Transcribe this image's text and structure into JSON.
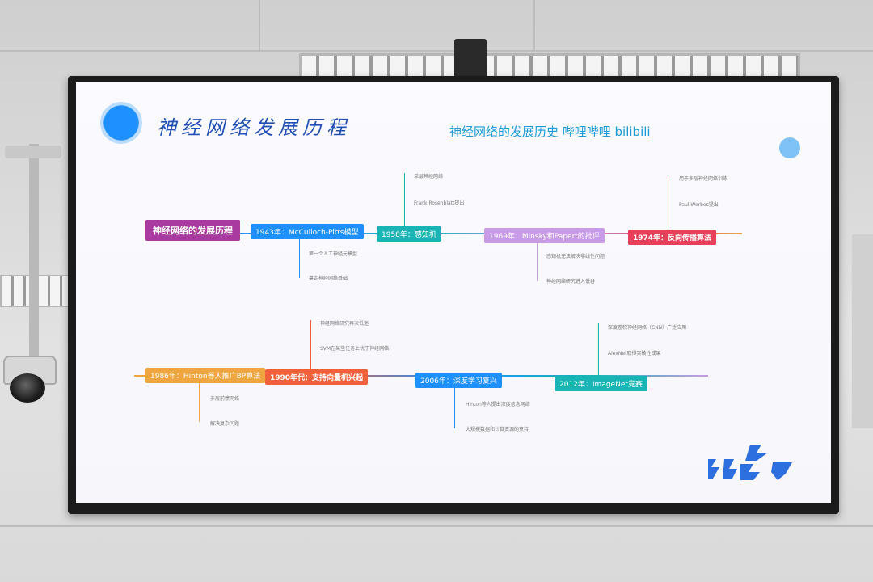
{
  "slide": {
    "title": "神经网络发展历程",
    "link_text": "神经网络的发展历史 哔哩哔哩 bilibili",
    "root_label": "神经网络的发展历程"
  },
  "timeline_top": [
    {
      "label": "1943年：McCulloch-Pitts模型",
      "color": "#1e90ff",
      "notes": [
        "第一个人工神经元模型",
        "奠定神经网络基础"
      ]
    },
    {
      "label": "1958年：感知机",
      "color": "#19b5b5",
      "notes": [
        "单层神经网络",
        "Frank Rosenblatt提出"
      ]
    },
    {
      "label": "1969年：Minsky和Papert的批评",
      "color": "#c89be8",
      "notes": [
        "感知机无法解决非线性问题",
        "神经网络研究进入低谷"
      ]
    },
    {
      "label": "1974年：反向传播算法",
      "color": "#e8405a",
      "notes": [
        "用于多层神经网络训练",
        "Paul Werbos提出"
      ]
    }
  ],
  "timeline_bottom": [
    {
      "label": "1986年：Hinton等人推广BP算法",
      "color": "#f0a640",
      "notes": [
        "多层前馈网络",
        "解决复杂问题"
      ]
    },
    {
      "label": "1990年代：支持向量机兴起",
      "color": "#f0603a",
      "notes": [
        "神经网络研究再次低迷",
        "SVM在某些任务上优于神经网络"
      ]
    },
    {
      "label": "2006年：深度学习复兴",
      "color": "#1e90ff",
      "notes": [
        "Hinton等人提出深度信念网络",
        "大规模数据和计算资源的支持"
      ]
    },
    {
      "label": "2012年：ImageNet竞赛",
      "color": "#19b5b5",
      "notes": [
        "深度卷积神经网络（CNN）广泛应用",
        "AlexNet取得突破性成果"
      ]
    }
  ],
  "colors": {
    "title": "#1f4fb5",
    "link": "#1a9ad8",
    "root": "#a93aa0",
    "brand": "#2e6fe0"
  },
  "icons": [
    "logo-circle-icon",
    "brand-logo-icon"
  ]
}
